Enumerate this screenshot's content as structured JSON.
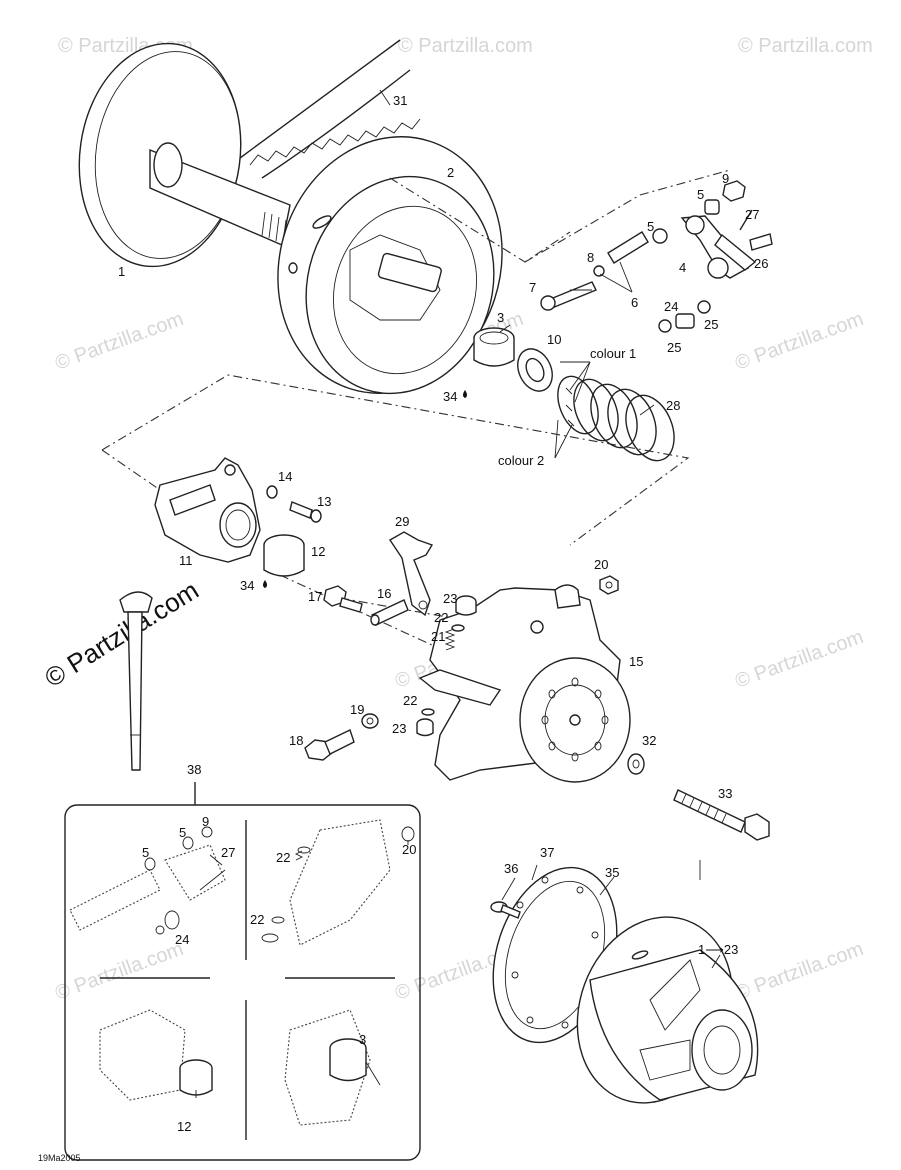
{
  "diagram": {
    "footer_code": "19Ma2005",
    "watermark": "© Partzilla.com",
    "callouts": {
      "c1": "1",
      "c2": "2",
      "c3": "3",
      "c4": "4",
      "c5a": "5",
      "c5b": "5",
      "c6": "6",
      "c7": "7",
      "c8": "8",
      "c9": "9",
      "c10": "10",
      "c11": "11",
      "c12": "12",
      "c13": "13",
      "c14": "14",
      "c15": "15",
      "c16": "16",
      "c17": "17",
      "c18": "18",
      "c19": "19",
      "c20": "20",
      "c21": "21",
      "c22a": "22",
      "c22b": "22",
      "c23a": "23",
      "c23b": "23",
      "c24": "24",
      "c25a": "25",
      "c25b": "25",
      "c26": "26",
      "c27": "27",
      "c28": "28",
      "c29": "29",
      "c31": "31",
      "c32": "32",
      "c33": "33",
      "c34a": "34",
      "c34b": "34",
      "c35": "35",
      "c36": "36",
      "c37": "37",
      "c38": "38",
      "colour1": "colour 1",
      "colour2": "colour 2",
      "range": "1⟶23"
    },
    "inset_callouts": {
      "i9": "9",
      "i5a": "5",
      "i5b": "5",
      "i27": "27",
      "i24": "24",
      "i22a": "22",
      "i22b": "22",
      "i20": "20",
      "i3": "3",
      "i12": "12"
    }
  }
}
